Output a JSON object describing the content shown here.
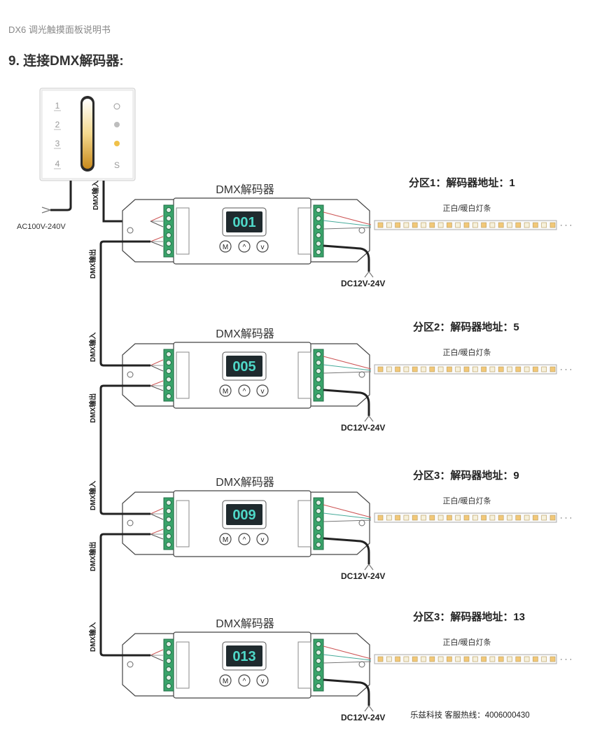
{
  "header": {
    "doc_title": "DX6 调光触摸面板说明书",
    "section_heading": "9. 连接DMX解码器:"
  },
  "panel": {
    "left_labels": [
      "1",
      "2",
      "3",
      "4"
    ],
    "right_labels": [
      "O",
      "",
      "",
      "S"
    ],
    "ac_label": "AC100V-240V",
    "dmx_in_label": "DMX输入"
  },
  "decoders": [
    {
      "title": "DMX解码器",
      "display": "001",
      "zone_label": "分区1：解码器地址：1",
      "strip_label": "正白/暖白灯条",
      "power_label": "DC12V-24V",
      "in_label": "DMX输入",
      "out_label": "DMX输出"
    },
    {
      "title": "DMX解码器",
      "display": "005",
      "zone_label": "分区2：解码器地址：5",
      "strip_label": "正白/暖白灯条",
      "power_label": "DC12V-24V",
      "in_label": "DMX输入",
      "out_label": "DMX输出"
    },
    {
      "title": "DMX解码器",
      "display": "009",
      "zone_label": "分区3：解码器地址：9",
      "strip_label": "正白/暖白灯条",
      "power_label": "DC12V-24V",
      "in_label": "DMX输入",
      "out_label": "DMX输出"
    },
    {
      "title": "DMX解码器",
      "display": "013",
      "zone_label": "分区3：解码器地址：13",
      "strip_label": "正白/暖白灯条",
      "power_label": "DC12V-24V",
      "in_label": "DMX输入",
      "out_label": ""
    }
  ],
  "buttons": {
    "mode": "M",
    "up": "^",
    "down": "v"
  },
  "strip_ellipsis": "· · ·",
  "footer": {
    "contact": "乐兹科技 客服热线：4006000430"
  },
  "colors": {
    "display_bg": "#1f2a2e",
    "display_text": "#4fd8c8",
    "terminal_green": "#3aa36a",
    "led_warm": "#f2c879",
    "led_cool": "#f6f1dc",
    "wire": "#222222"
  }
}
